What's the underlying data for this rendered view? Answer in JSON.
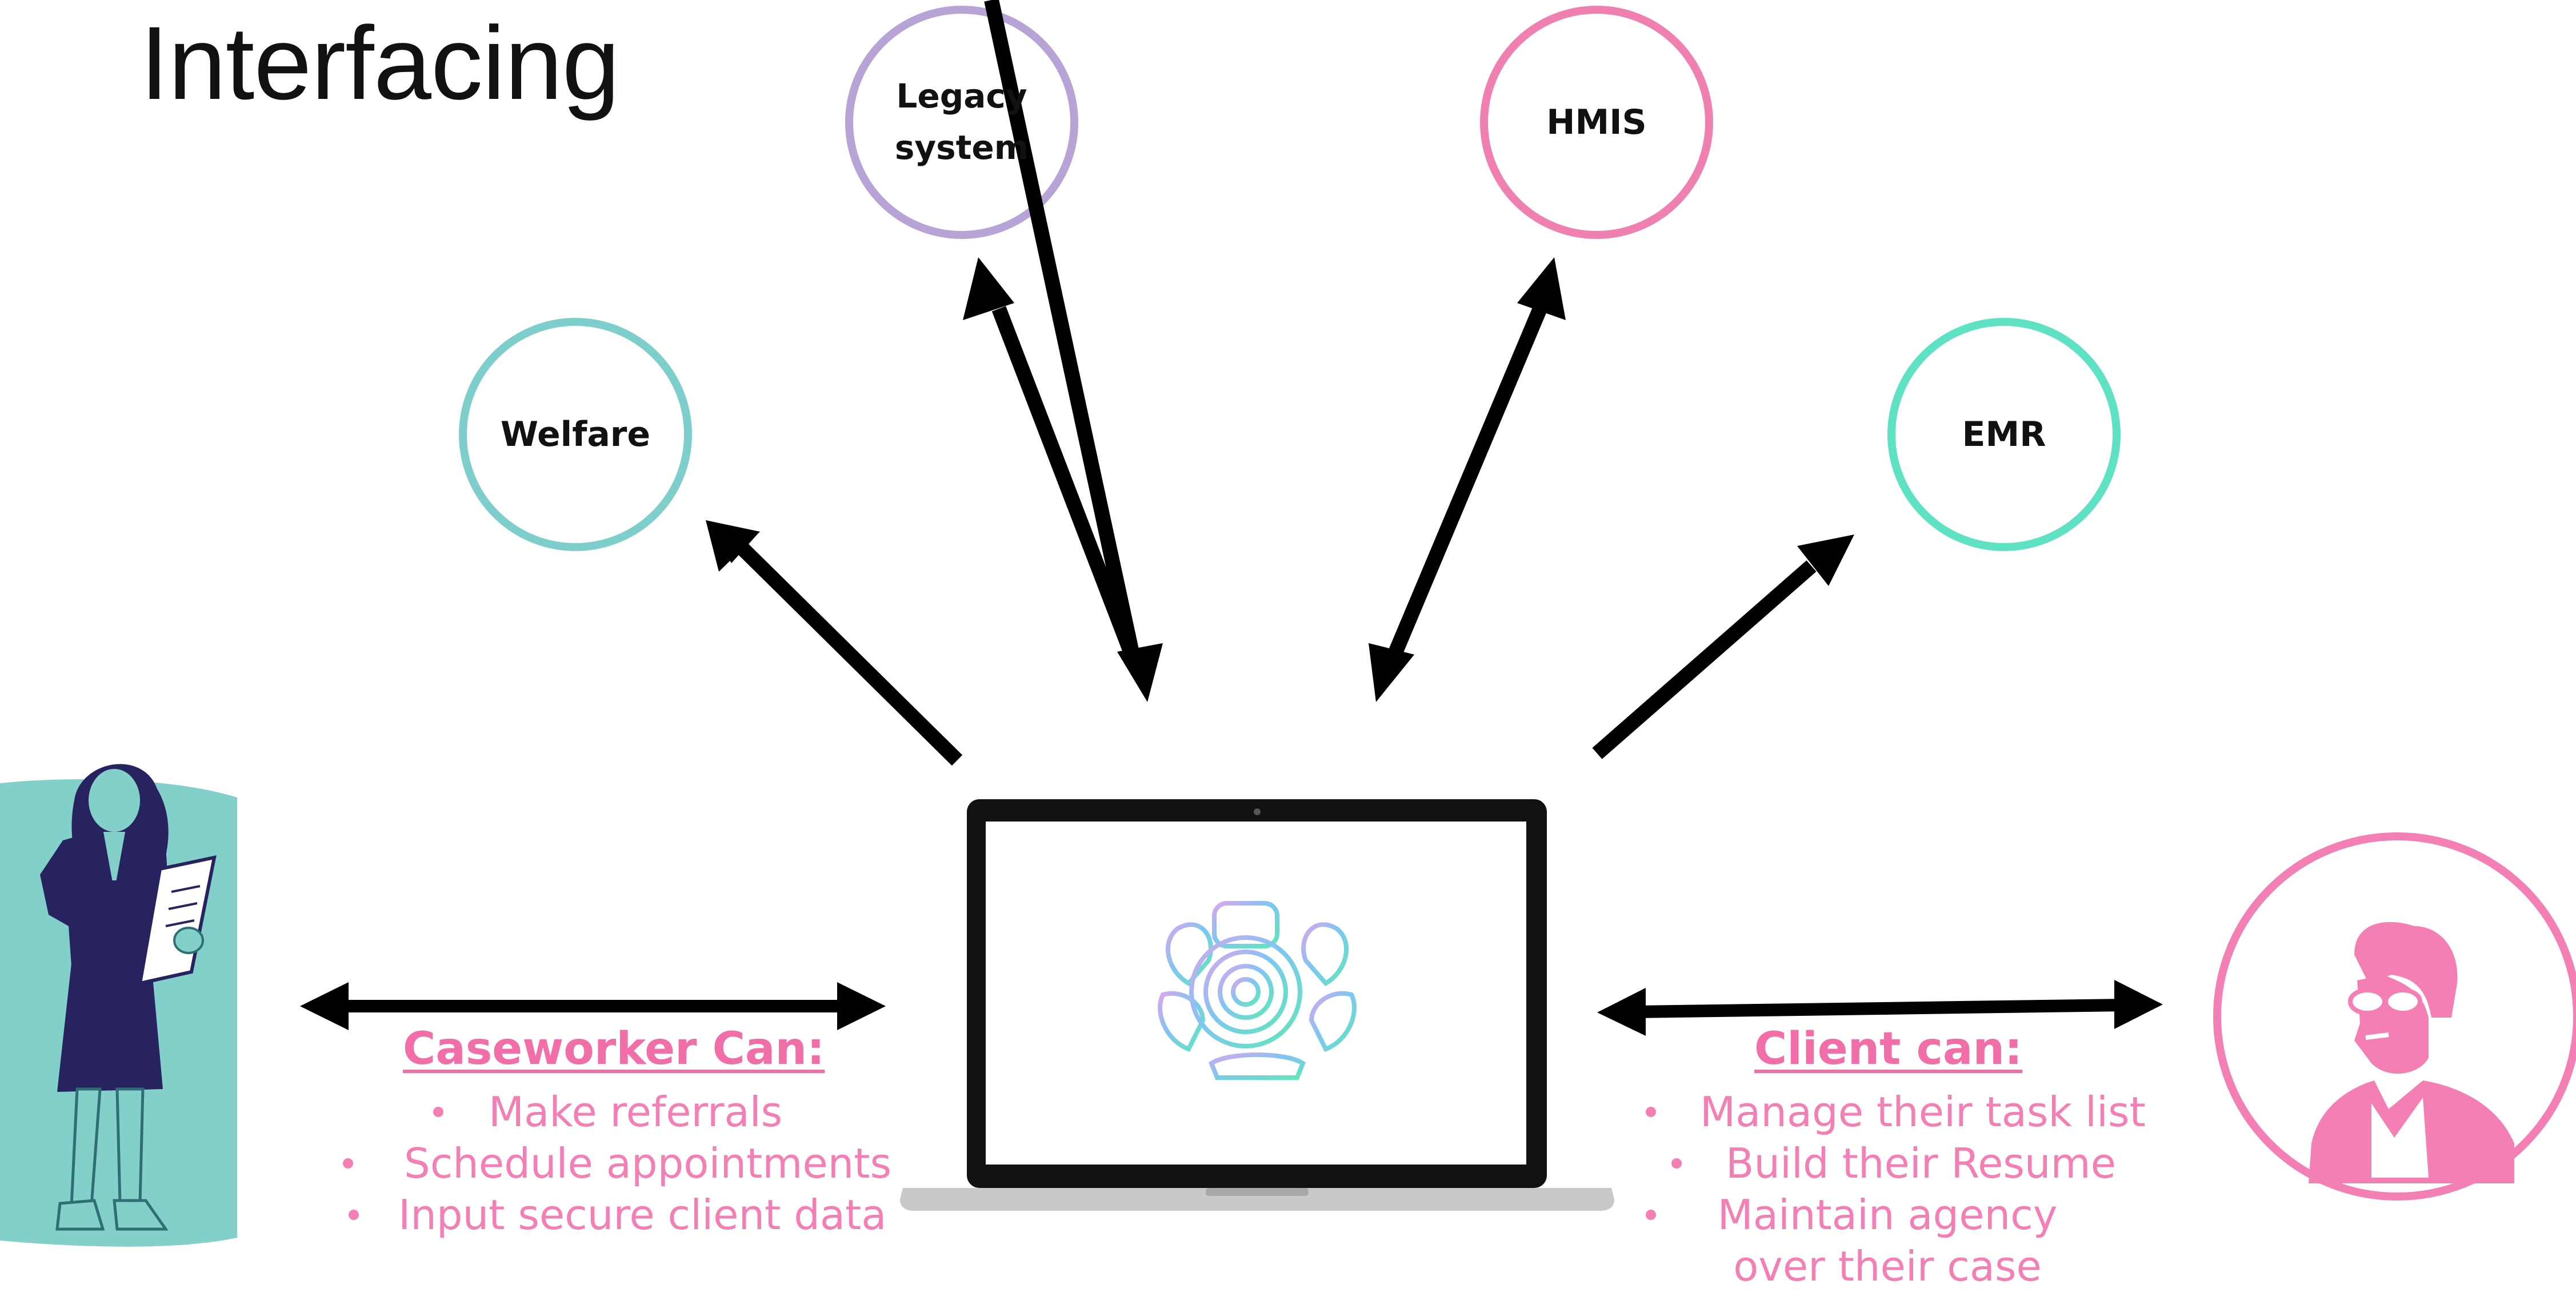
{
  "title": "Interfacing",
  "nodes": [
    {
      "id": "welfare",
      "label": "Welfare",
      "color": "#7ecfcc"
    },
    {
      "id": "legacy",
      "label": "Legacy system",
      "color": "#b8a3d6"
    },
    {
      "id": "hmis",
      "label": "HMIS",
      "color": "#f080b0"
    },
    {
      "id": "emr",
      "label": "EMR",
      "color": "#5fe1c4"
    }
  ],
  "caseworker": {
    "heading": "Caseworker Can:",
    "items": [
      "Make referrals",
      "Schedule appointments",
      "Input secure client data"
    ]
  },
  "client": {
    "heading": "Client can:",
    "items": [
      "Manage their task list",
      "Build their Resume",
      "Maintain agency over their case"
    ]
  },
  "colors": {
    "pink": "#f47fb4",
    "heading_pink": "#f26ea9",
    "teal_panel": "#83cfca",
    "navy": "#27235f",
    "arrow": "#000000",
    "laptop_frame": "#111111",
    "laptop_base": "#c9c9c9"
  },
  "icons": [
    "caseworker-figure-icon",
    "laptop-icon",
    "app-logo-icon",
    "client-avatar-icon"
  ]
}
